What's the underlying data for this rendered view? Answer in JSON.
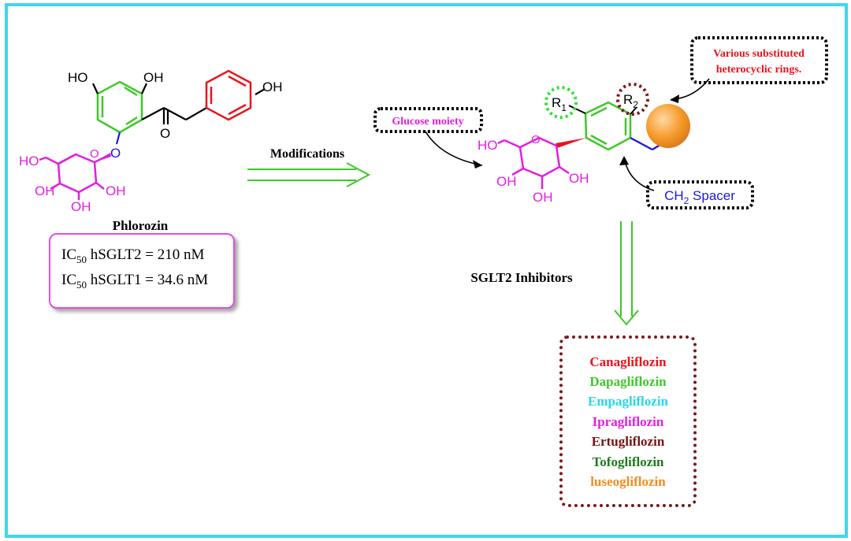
{
  "phlorozin": {
    "name": "Phlorozin",
    "ic50_lines": [
      {
        "prefix": "IC",
        "sub": "50",
        "text": " hSGLT2 = 210 nM"
      },
      {
        "prefix": "IC",
        "sub": "50",
        "text": " hSGLT1 = 34.6 nM"
      }
    ],
    "atoms": {
      "ho_left": "HO",
      "oh_top": "OH",
      "oh_phenol": "OH",
      "o_ketone": "O",
      "o_glycoside": "O",
      "ho_ring": "HO",
      "oh_c4": "OH",
      "oh_c2": "OH",
      "oh_c3": "OH",
      "o_ring": "O"
    }
  },
  "modifications_label": "Modifications",
  "sglt2_label": "SGLT2 Inhibitors",
  "callouts": {
    "glucose": "Glucose moiety",
    "heterocycle_line1": "Various substituted",
    "heterocycle_line2": "heterocyclic rings.",
    "spacer_prefix": "CH",
    "spacer_sub": "2",
    "spacer_suffix": " Spacer"
  },
  "scaffold_atoms": {
    "r1": "R",
    "r1_sub": "1",
    "r2": "R",
    "r2_sub": "2",
    "ho": "HO",
    "o_ring": "O",
    "oh_c4": "OH",
    "oh_c2": "OH",
    "oh_c3": "OH"
  },
  "drugs": [
    {
      "name": "Canagliflozin",
      "color": "#e8141b"
    },
    {
      "name": "Dapagliflozin",
      "color": "#3ec829"
    },
    {
      "name": "Empagliflozin",
      "color": "#26d6e8"
    },
    {
      "name": "Ipragliflozin",
      "color": "#e21ee2"
    },
    {
      "name": "Ertugliflozin",
      "color": "#7a1212"
    },
    {
      "name": "Tofogliflozin",
      "color": "#1d7a1d"
    },
    {
      "name": "luseogliflozin",
      "color": "#f28c1e"
    }
  ],
  "colors": {
    "frame": "#3fd6ee",
    "sugar": "#e21ee2",
    "arrow": "#3ec829",
    "glycoside_o": "#1a1ae0",
    "phenol_ring": "#e8141b",
    "spacer": "#1a1ae0",
    "orb": "#f59a2a",
    "callout_red": "#e8141b",
    "dot_green": "#2ee02e",
    "dot_brown": "#7a1a1a"
  }
}
